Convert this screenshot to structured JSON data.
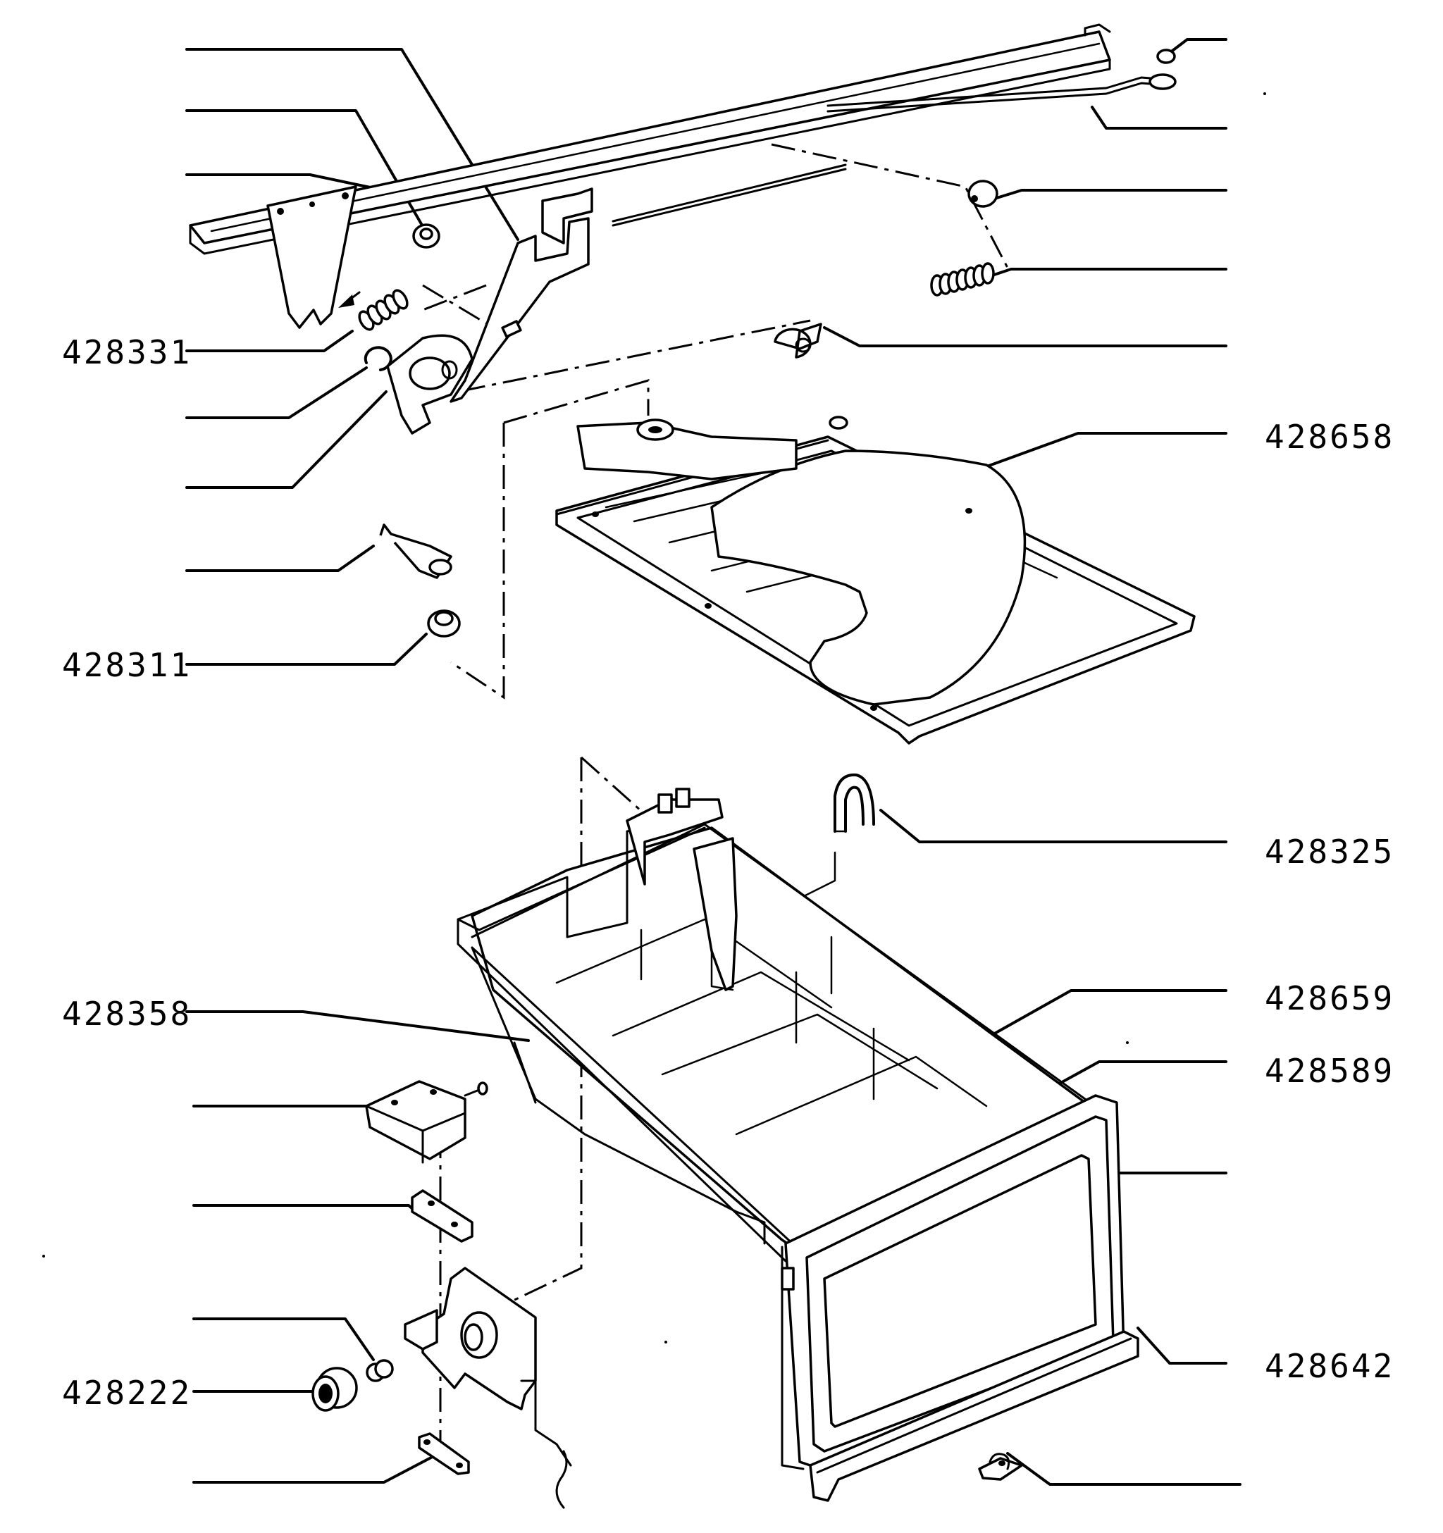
{
  "diagram": {
    "labels": [
      {
        "id": "lbl-428331",
        "text": "428331"
      },
      {
        "id": "lbl-428311",
        "text": "428311"
      },
      {
        "id": "lbl-428658",
        "text": "428658"
      },
      {
        "id": "lbl-428325",
        "text": "428325"
      },
      {
        "id": "lbl-428659",
        "text": "428659"
      },
      {
        "id": "lbl-428589",
        "text": "428589"
      },
      {
        "id": "lbl-428358",
        "text": "428358"
      },
      {
        "id": "lbl-428642",
        "text": "428642"
      },
      {
        "id": "lbl-428222",
        "text": "428222"
      }
    ]
  }
}
